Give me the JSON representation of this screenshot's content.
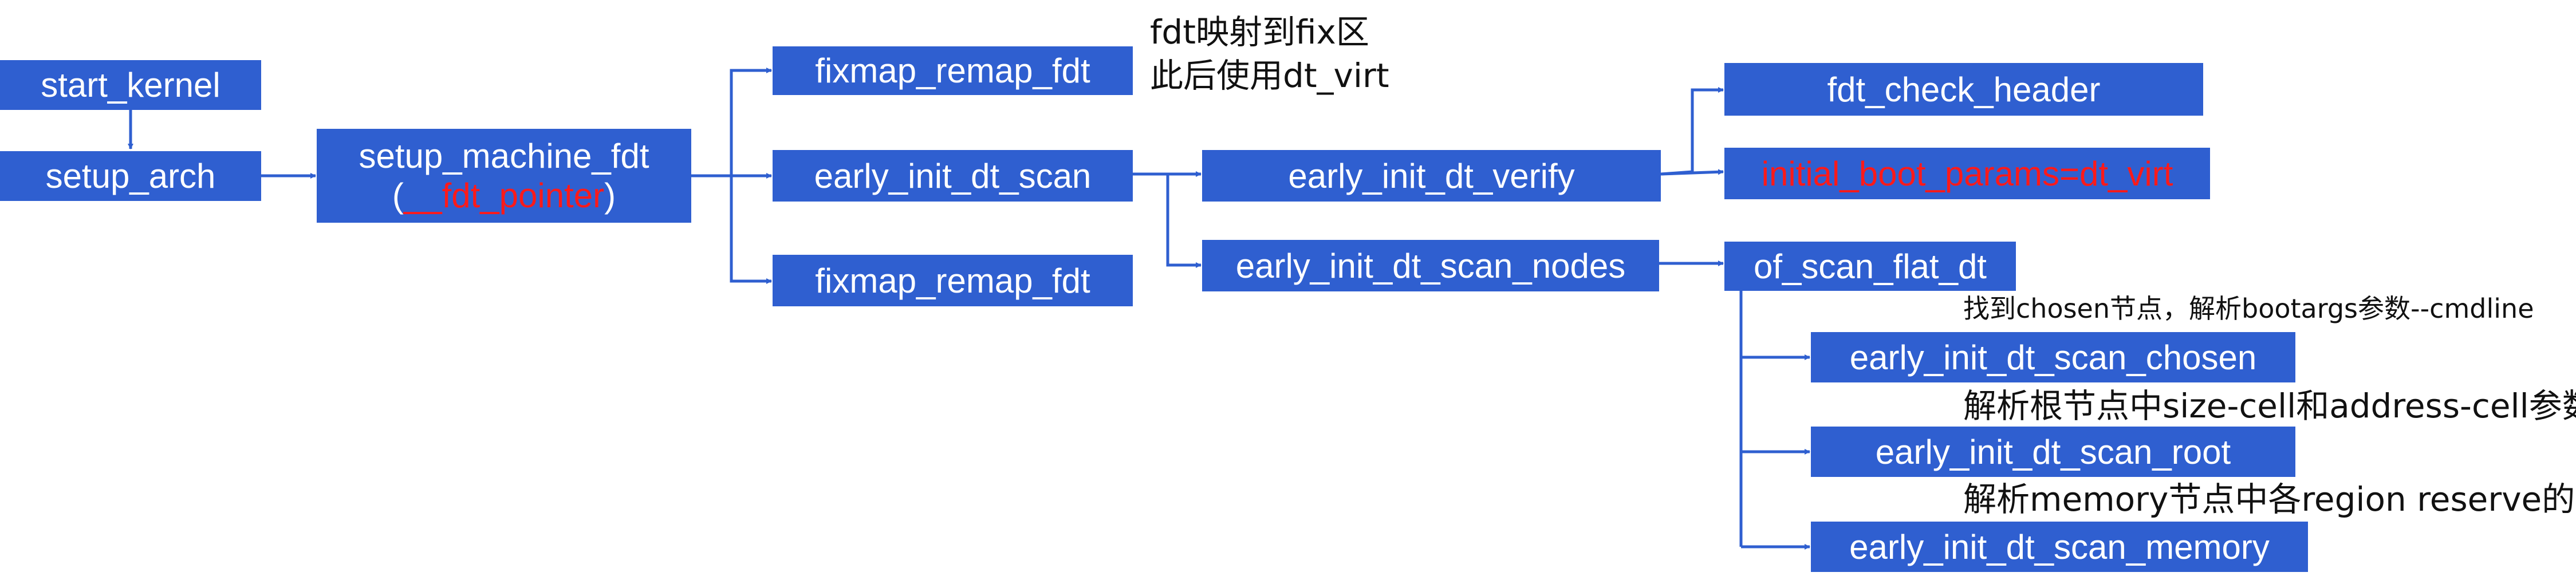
{
  "colors": {
    "box_fill": "#2f5fd0",
    "box_text": "#ffffff",
    "highlight_text": "#ff1a1a",
    "arrow": "#2f5fd0"
  },
  "nodes": {
    "start_kernel": "start_kernel",
    "setup_arch": "setup_arch",
    "setup_machine_fdt": "setup_machine_fdt",
    "fdt_pointer_open": "(",
    "fdt_pointer": "__fdt_pointer",
    "fdt_pointer_close": ")",
    "fixmap_remap_fdt_top": "fixmap_remap_fdt",
    "early_init_dt_scan": "early_init_dt_scan",
    "fixmap_remap_fdt_bottom": "fixmap_remap_fdt",
    "early_init_dt_verify": "early_init_dt_verify",
    "early_init_dt_scan_nodes": "early_init_dt_scan_nodes",
    "fdt_check_header": "fdt_check_header",
    "initial_boot_params": "initial_boot_params=dt_virt",
    "of_scan_flat_dt": "of_scan_flat_dt",
    "early_init_dt_scan_chosen": "early_init_dt_scan_chosen",
    "early_init_dt_scan_root": "early_init_dt_scan_root",
    "early_init_dt_scan_memory": "early_init_dt_scan_memory"
  },
  "notes": {
    "fixmap_line1": "fdt映射到fix区",
    "fixmap_line2": "此后使用dt_virt",
    "chosen": "找到chosen节点，解析bootargs参数--cmdline",
    "root": "解析根节点中size-cell和address-cell参数",
    "memory": "解析memory节点中各region reserve的内存"
  }
}
